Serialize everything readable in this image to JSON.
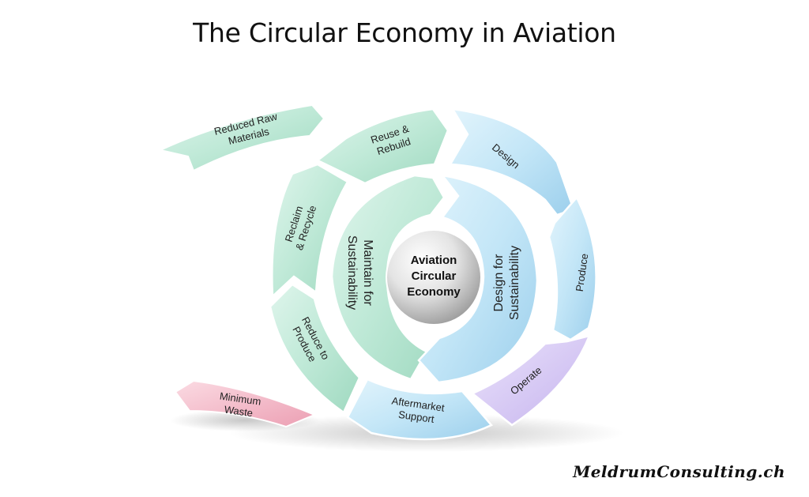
{
  "title": "The Circular Economy in Aviation",
  "center": {
    "line1": "Aviation",
    "line2": "Circular",
    "line3": "Economy"
  },
  "inner_ring": {
    "maintain": {
      "line1": "Maintain for",
      "line2": "Sustainability"
    },
    "design": {
      "line1": "Design for",
      "line2": "Sustainability"
    }
  },
  "outer_ring": {
    "reuse": {
      "line1": "Reuse &",
      "line2": "Rebuild"
    },
    "design": "Design",
    "produce": "Produce",
    "operate": "Operate",
    "aftermarket": {
      "line1": "Aftermarket",
      "line2": "Support"
    },
    "reduce": {
      "line1": "Reduce to",
      "line2": "Produce"
    },
    "reclaim": {
      "line1": "Reclaim",
      "line2": "& Recycle"
    }
  },
  "side_arrows": {
    "raw": {
      "line1": "Reduced Raw",
      "line2": "Materials"
    },
    "waste": {
      "line1": "Minimum",
      "line2": "Waste"
    }
  },
  "credit": "MeldrumConsulting.ch",
  "colors": {
    "green": "#bde8d6",
    "blue": "#c2e6f7",
    "purple": "#d6c8f2",
    "pink": "#f2bfcc"
  }
}
